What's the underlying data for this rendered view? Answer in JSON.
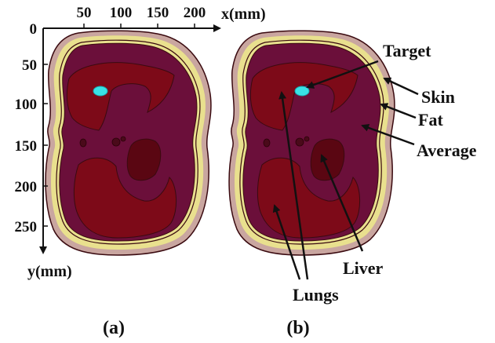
{
  "axes": {
    "x_label": "x(mm)",
    "y_label": "y(mm)",
    "x_ticks": [
      "50",
      "100",
      "150",
      "200"
    ],
    "y_ticks": [
      "0",
      "50",
      "100",
      "150",
      "200",
      "250"
    ]
  },
  "labels": {
    "target": "Target",
    "skin": "Skin",
    "fat": "Fat",
    "average": "Average",
    "liver": "Liver",
    "lungs": "Lungs"
  },
  "captions": {
    "a": "(a)",
    "b": "(b)"
  },
  "colors": {
    "skin": "#c9a6a0",
    "fat": "#e9e08e",
    "average": "#6b0f3a",
    "lung": "#7d0a18",
    "liver": "#5a0612",
    "target": "#39e2e6",
    "outline": "#3a0a10"
  }
}
